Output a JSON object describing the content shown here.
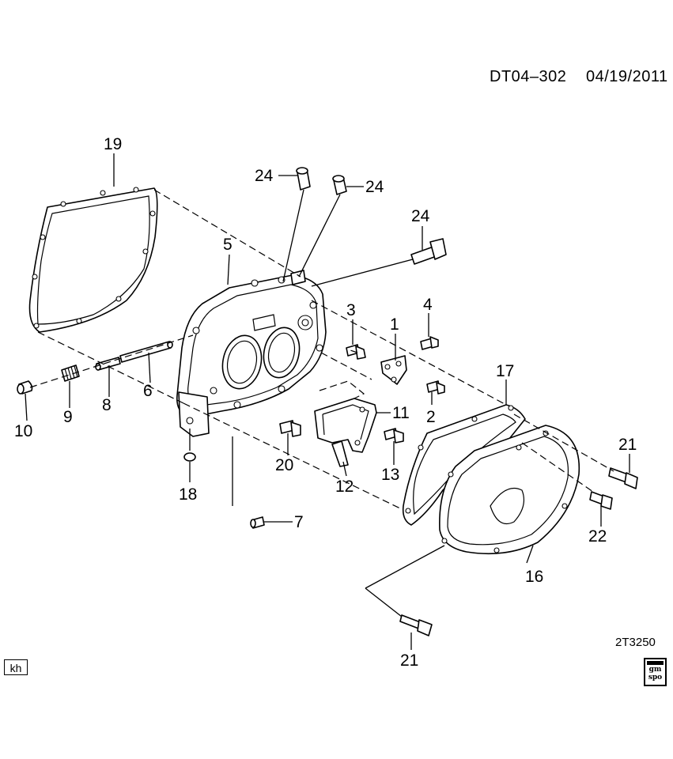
{
  "header": {
    "doc_id": "DT04–302",
    "date": "04/19/2011"
  },
  "figure_code": "2T3250",
  "badge": "kh",
  "logo": {
    "text": "gm spo",
    "icon": "gm-spo-logo-icon"
  },
  "callouts": {
    "c1": "1",
    "c2": "2",
    "c3": "3",
    "c4": "4",
    "c5": "5",
    "c6": "6",
    "c7": "7",
    "c8": "8",
    "c9": "9",
    "c10": "10",
    "c11": "11",
    "c12": "12",
    "c13": "13",
    "c16": "16",
    "c17": "17",
    "c18": "18",
    "c19": "19",
    "c20": "20",
    "c21a": "21",
    "c21b": "21",
    "c22": "22",
    "c24a": "24",
    "c24b": "24",
    "c24c": "24"
  }
}
